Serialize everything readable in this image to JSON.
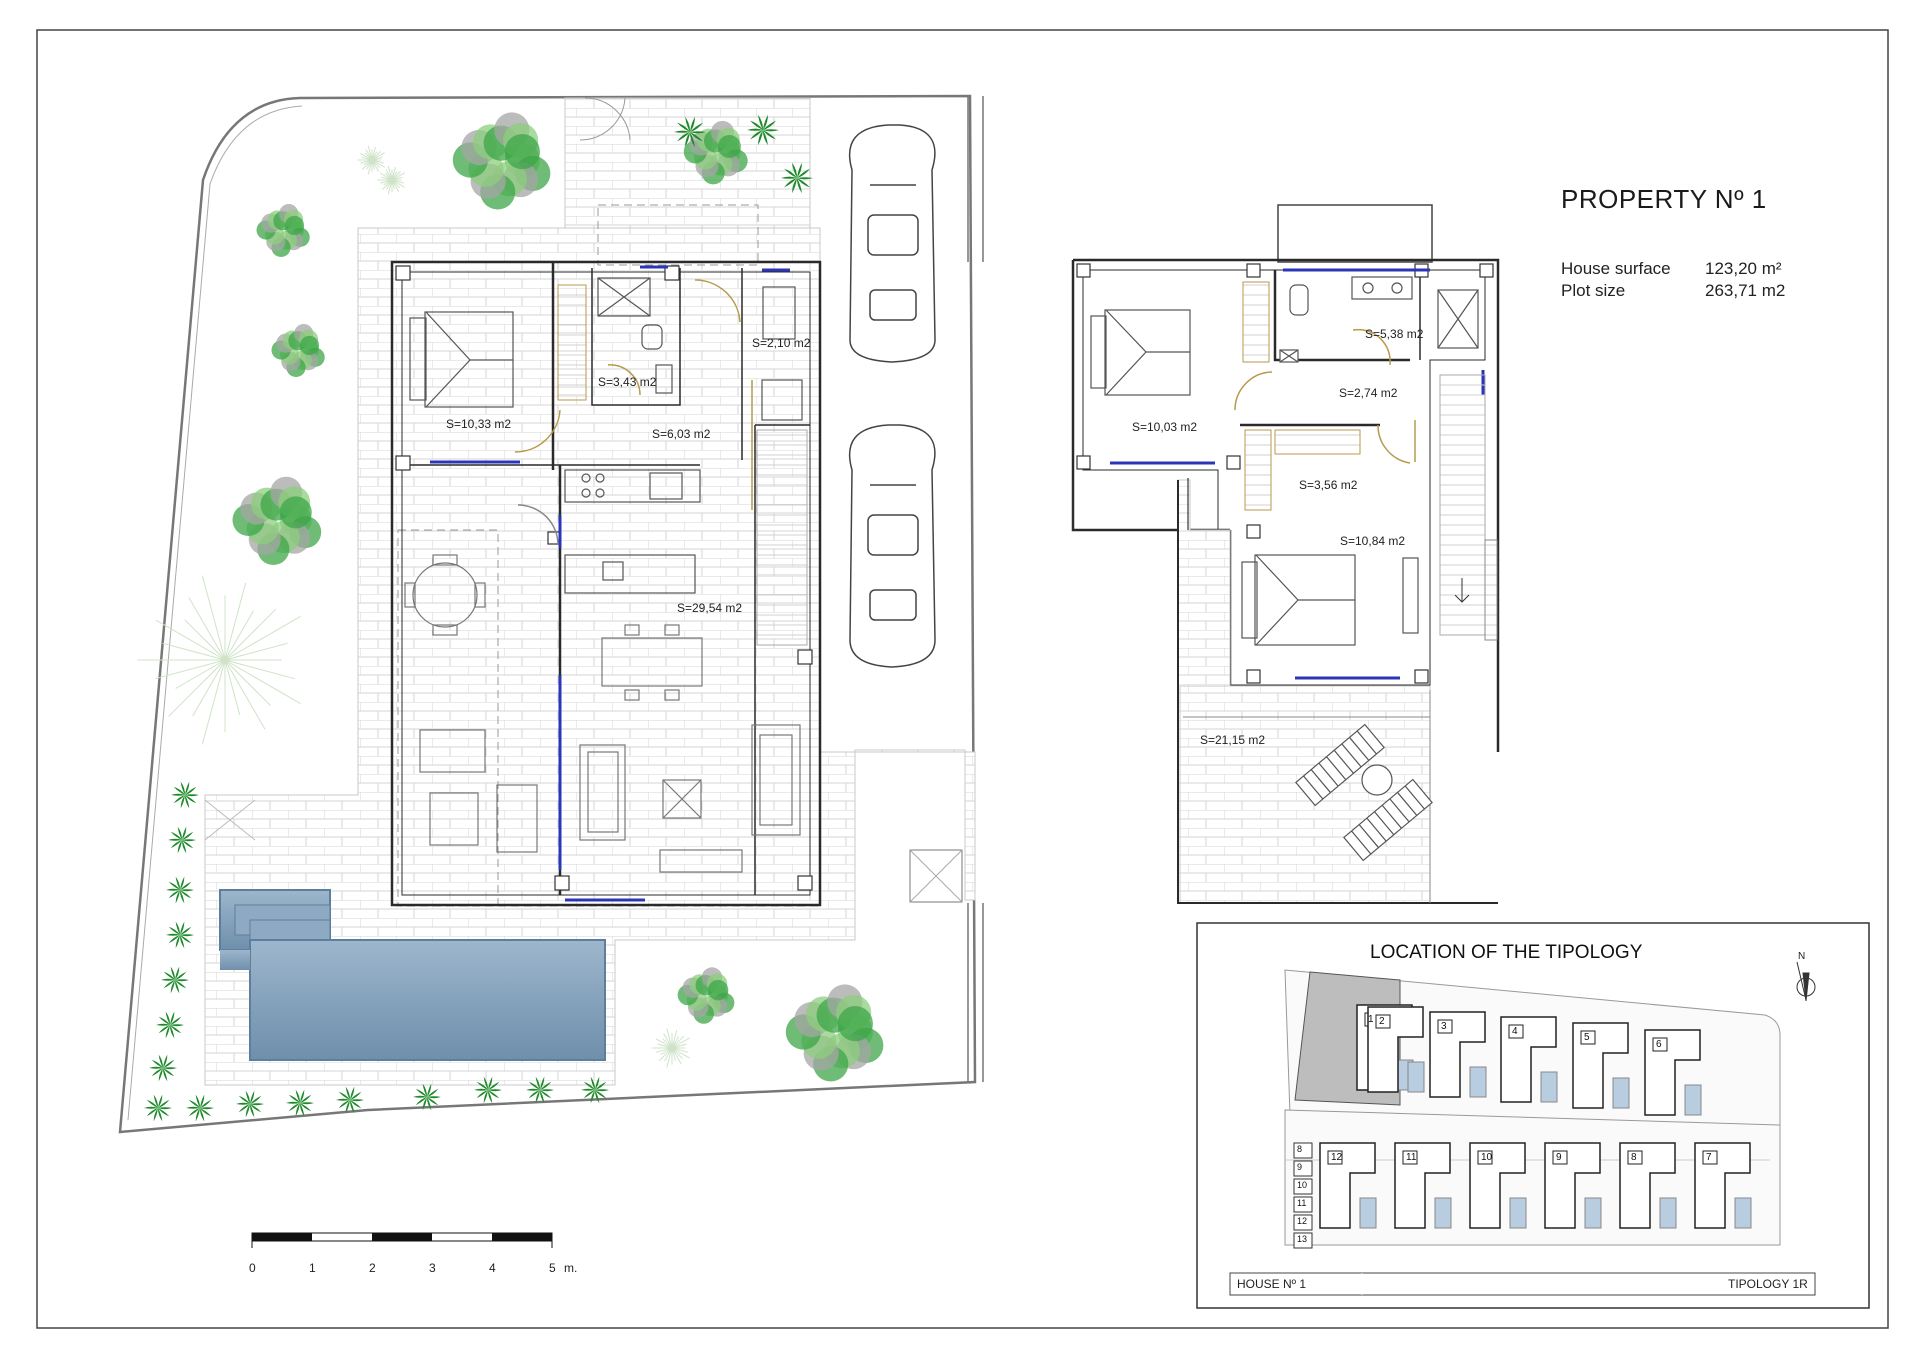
{
  "header": {
    "title": "PROPERTY Nº 1",
    "specs": [
      {
        "label": "House surface",
        "value": "123,20 m²"
      },
      {
        "label": "Plot size",
        "value": "263,71 m2"
      }
    ]
  },
  "ground_floor": {
    "areas": [
      {
        "id": "bedroom",
        "label": "S=10,33 m2"
      },
      {
        "id": "bathroom",
        "label": "S=3,43 m2"
      },
      {
        "id": "utility",
        "label": "S=2,10 m2"
      },
      {
        "id": "hall",
        "label": "S=6,03 m2"
      },
      {
        "id": "living",
        "label": "S=29,54 m2"
      }
    ]
  },
  "first_floor": {
    "areas": [
      {
        "id": "bath",
        "label": "S=5,38 m2"
      },
      {
        "id": "landing",
        "label": "S=2,74 m2"
      },
      {
        "id": "bed1",
        "label": "S=10,03 m2"
      },
      {
        "id": "closet",
        "label": "S=3,56 m2"
      },
      {
        "id": "bed2",
        "label": "S=10,84 m2"
      },
      {
        "id": "terrace",
        "label": "S=21,15 m2"
      }
    ]
  },
  "scale_bar": {
    "ticks": [
      "0",
      "1",
      "2",
      "3",
      "4",
      "5"
    ],
    "unit": "m."
  },
  "location": {
    "title": "LOCATION OF THE TIPOLOGY",
    "top_houses": [
      "1",
      "2",
      "3",
      "4",
      "5",
      "6"
    ],
    "bottom_houses": [
      "12",
      "11",
      "10",
      "9",
      "8",
      "7"
    ],
    "parking": [
      "8",
      "9",
      "10",
      "11",
      "12",
      "13"
    ],
    "north": "N",
    "footer_left": "HOUSE Nº 1",
    "footer_right": "TIPOLOGY 1R"
  },
  "colors": {
    "pool": "#7f9fbb",
    "pool_edge": "#5d7f9c",
    "window": "#2a35b8",
    "door_swing": "#b79a4c",
    "paving": "#d8d8d8",
    "tree": "#3ea648",
    "highlight": "#bdbdbd"
  }
}
